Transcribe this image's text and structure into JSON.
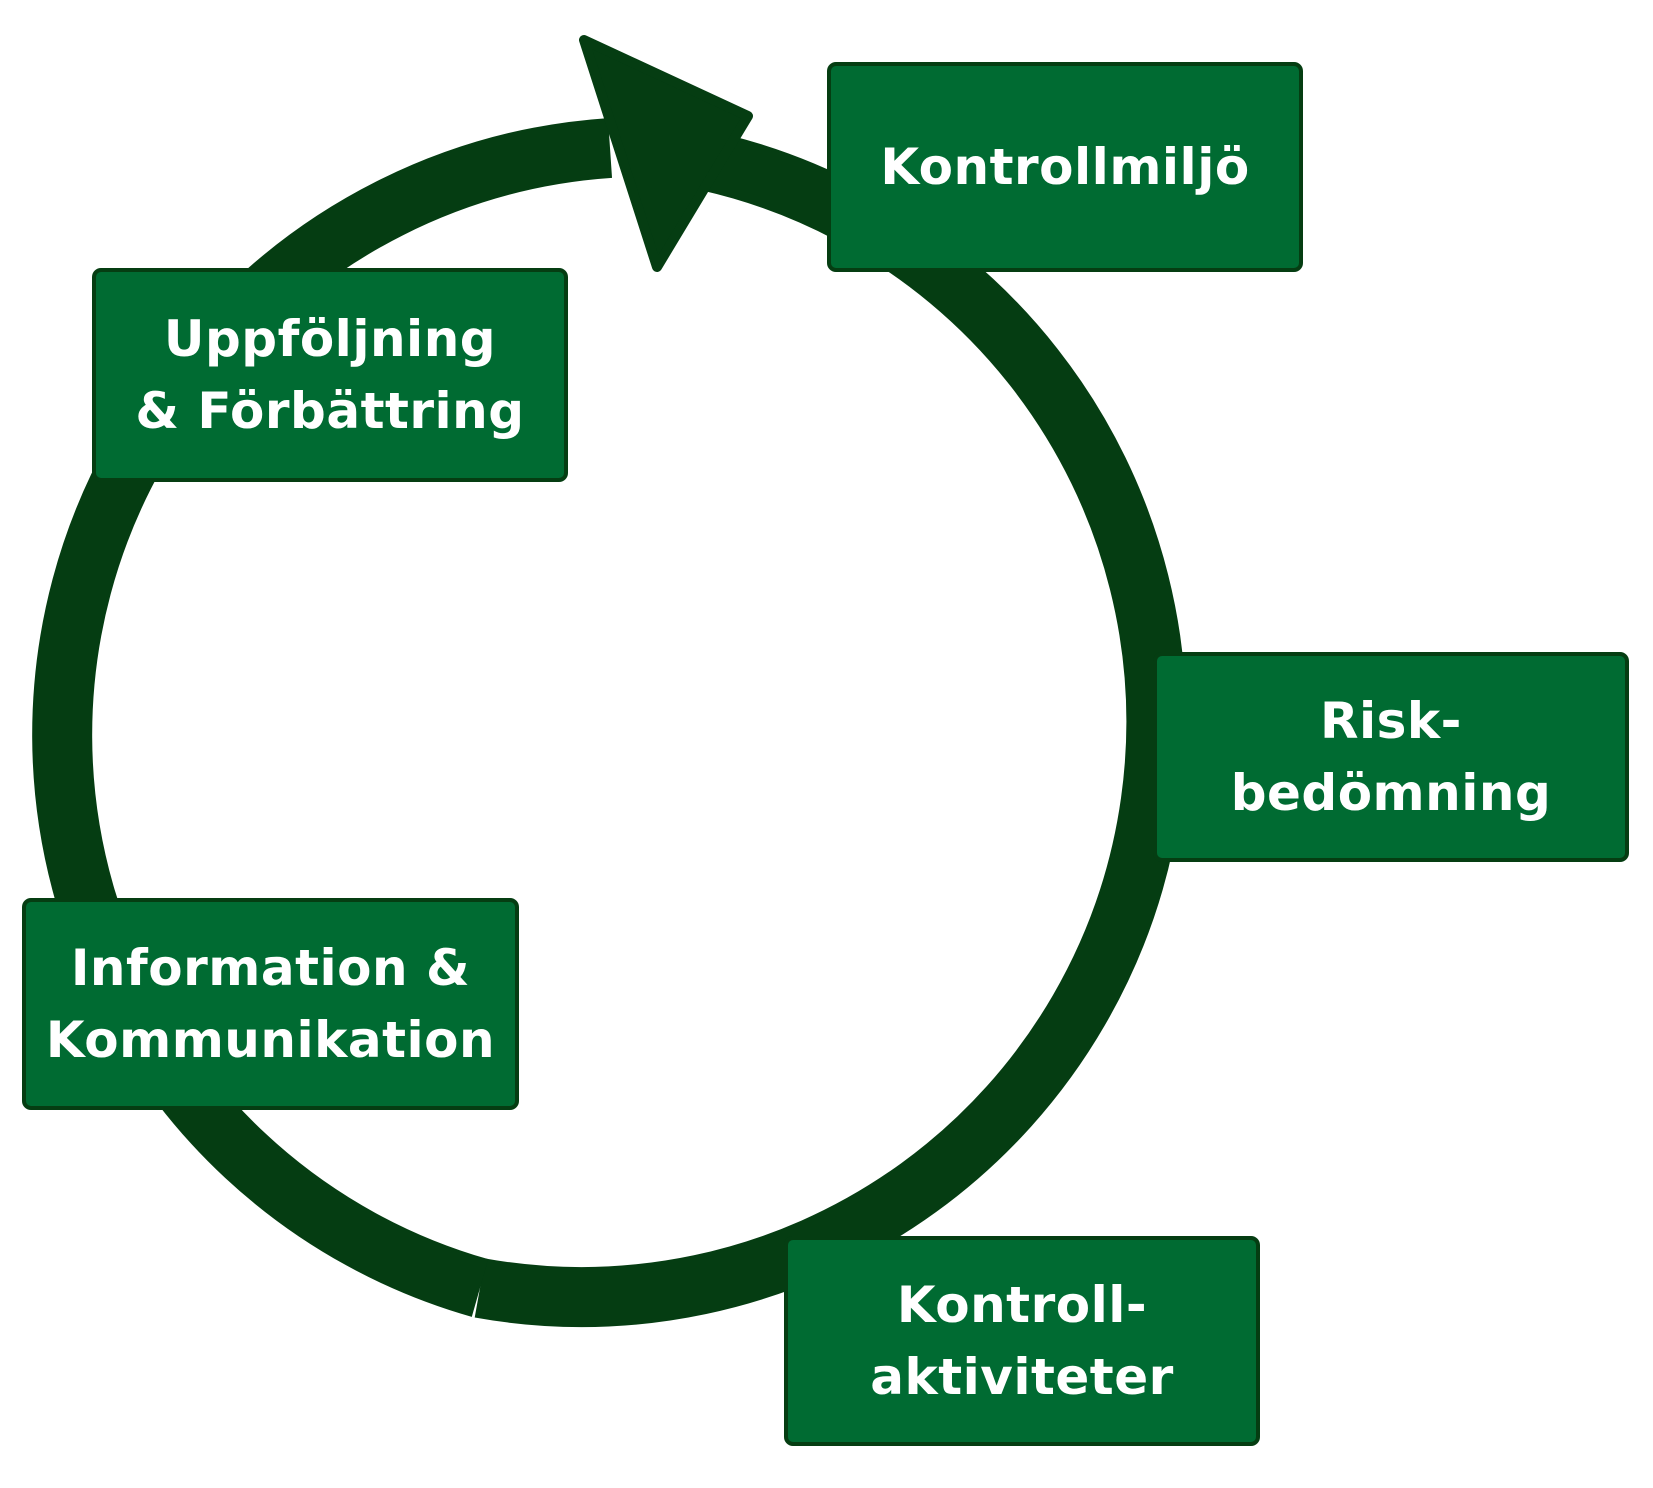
{
  "colors": {
    "box_fill": "#006b32",
    "box_border": "#053d12",
    "arrow": "#053d12",
    "text": "#ffffff",
    "background": "#ffffff"
  },
  "steps": [
    {
      "id": "kontrollmiljo",
      "lines": [
        "Kontrollmiljö"
      ]
    },
    {
      "id": "riskbedomning",
      "lines": [
        "Risk-",
        "bedömning"
      ]
    },
    {
      "id": "kontrollaktiviteter",
      "lines": [
        "Kontroll-",
        "aktiviteter"
      ]
    },
    {
      "id": "information",
      "lines": [
        "Information &",
        "Kommunikation"
      ]
    },
    {
      "id": "uppfoljning",
      "lines": [
        "Uppföljning",
        "& Förbättring"
      ]
    }
  ],
  "cycle": {
    "direction": "clockwise",
    "arrowhead_icon": "arrow-head-icon"
  }
}
